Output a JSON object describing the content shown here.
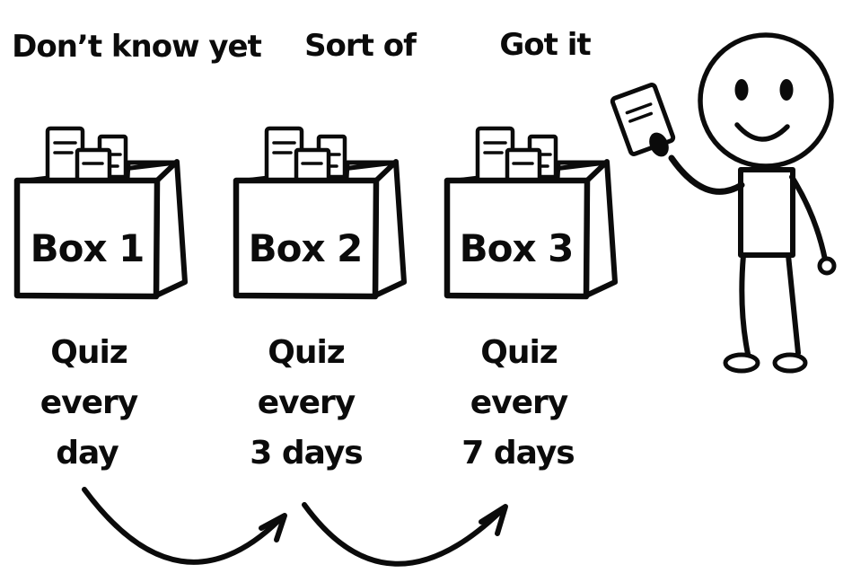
{
  "diagram": {
    "columns": [
      {
        "status": "Don’t know yet",
        "box_label": "Box 1",
        "quiz": {
          "line1": "Quiz",
          "line2": "every",
          "line3": "day"
        }
      },
      {
        "status": "Sort of",
        "box_label": "Box 2",
        "quiz": {
          "line1": "Quiz",
          "line2": "every",
          "line3": "3 days"
        }
      },
      {
        "status": "Got it",
        "box_label": "Box 3",
        "quiz": {
          "line1": "Quiz",
          "line2": "every",
          "line3": "7 days"
        }
      }
    ],
    "figure": "Smiling stick figure holding a flashcard",
    "colors": {
      "ink": "#0b0b0b",
      "background": "#ffffff"
    }
  }
}
